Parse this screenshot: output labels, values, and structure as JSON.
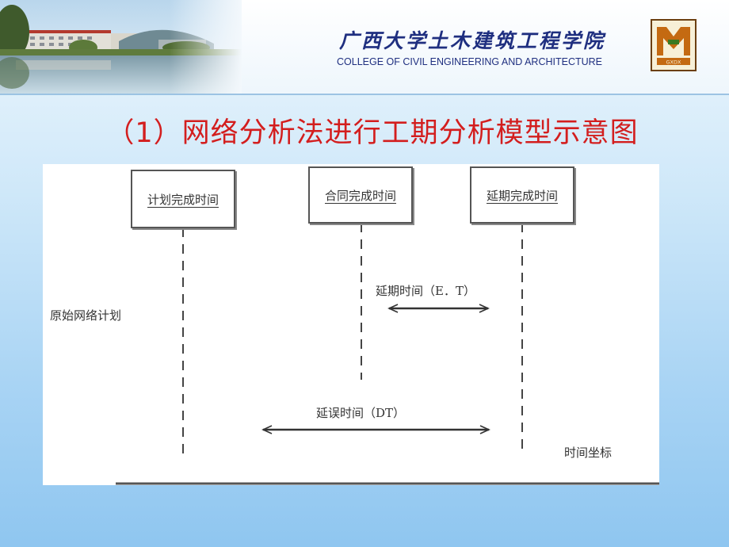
{
  "header": {
    "college_cn": "广西大学土木建筑工程学院",
    "college_en": "COLLEGE OF CIVIL ENGINEERING AND ARCHITECTURE",
    "logo_text": "GXDX"
  },
  "title": "（1）网络分析法进行工期分析模型示意图",
  "diagram": {
    "boxes": {
      "planned": "计划完成时间",
      "contract": "合同完成时间",
      "extended": "延期完成时间"
    },
    "extension_label": "延期时间（E．T）",
    "original_plan": "原始网络计划",
    "delay_label": "延误时间（DT）",
    "time_axis": "时间坐标"
  },
  "colors": {
    "title": "#d31e1e",
    "college": "#1f2f80"
  }
}
